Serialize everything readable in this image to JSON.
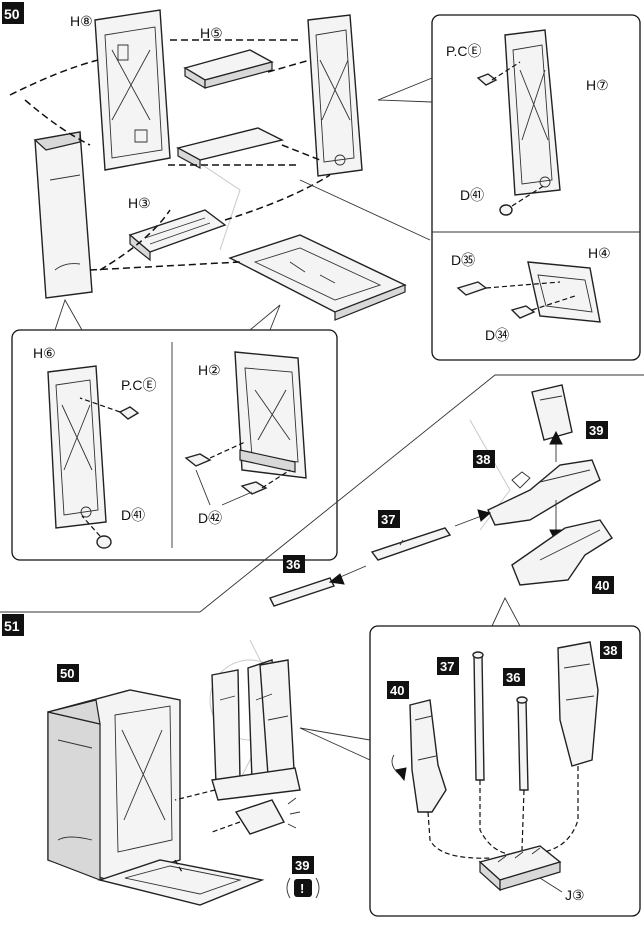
{
  "steps": {
    "step50": {
      "number": "50"
    },
    "step51": {
      "number": "51"
    }
  },
  "step50_labels": {
    "h8": "H⑧",
    "h5": "H⑤",
    "h3": "H③",
    "h7": "H⑦",
    "pce_top": "P.CⒺ",
    "d41_top": "D㊶",
    "d35": "D㉟",
    "h4": "H④",
    "d34": "D㉞",
    "h6": "H⑥",
    "pce_left": "P.CⒺ",
    "d41_left": "D㊶",
    "h2": "H②",
    "d42": "D㊷",
    "p39": "39",
    "p38": "38",
    "p37": "37",
    "p36": "36",
    "p40": "40"
  },
  "step51_labels": {
    "p50": "50",
    "p39": "39",
    "warn": "!",
    "p37": "37",
    "p36": "36",
    "p40": "40",
    "p38": "38",
    "j3": "J③"
  },
  "colors": {
    "ink": "#111111",
    "paper": "#ffffff",
    "part_fill": "#f4f4f4",
    "badge": "#111111"
  }
}
